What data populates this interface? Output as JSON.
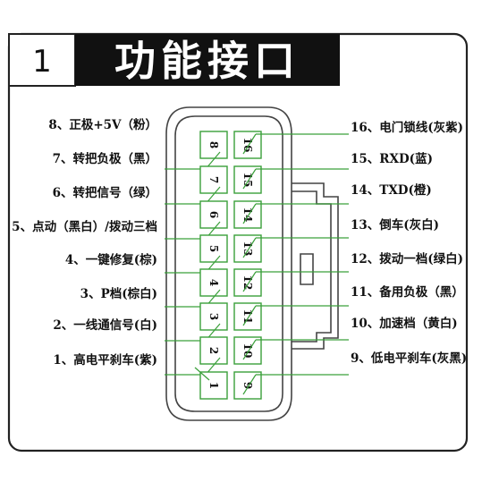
{
  "header": {
    "number": "1",
    "title": "功能接口"
  },
  "pins_left": [
    {
      "num": "8",
      "label": "8、正极+5V（粉）"
    },
    {
      "num": "7",
      "label": "7、转把负极（黑）"
    },
    {
      "num": "6",
      "label": "6、转把信号（绿）"
    },
    {
      "num": "5",
      "label": "5、点动（黑白）/拨动三档"
    },
    {
      "num": "4",
      "label": "4、一键修复(棕)"
    },
    {
      "num": "3",
      "label": "3、P档(棕白)"
    },
    {
      "num": "2",
      "label": "2、一线通信号(白)"
    },
    {
      "num": "1",
      "label": "1、高电平刹车(紫)"
    }
  ],
  "pins_right": [
    {
      "num": "16",
      "label": "16、电门锁线(灰紫)"
    },
    {
      "num": "15",
      "label": "15、RXD(蓝)"
    },
    {
      "num": "14",
      "label": "14、TXD(橙)"
    },
    {
      "num": "13",
      "label": "13、倒车(灰白)"
    },
    {
      "num": "12",
      "label": "12、拨动一档(绿白)"
    },
    {
      "num": "11",
      "label": "11、备用负极（黑）"
    },
    {
      "num": "10",
      "label": "10、加速档（黄白)"
    },
    {
      "num": "9",
      "label": "9、低电平刹车(灰黑)"
    }
  ],
  "colors": {
    "lead": "#3aa03a",
    "header_bg": "#111111"
  }
}
